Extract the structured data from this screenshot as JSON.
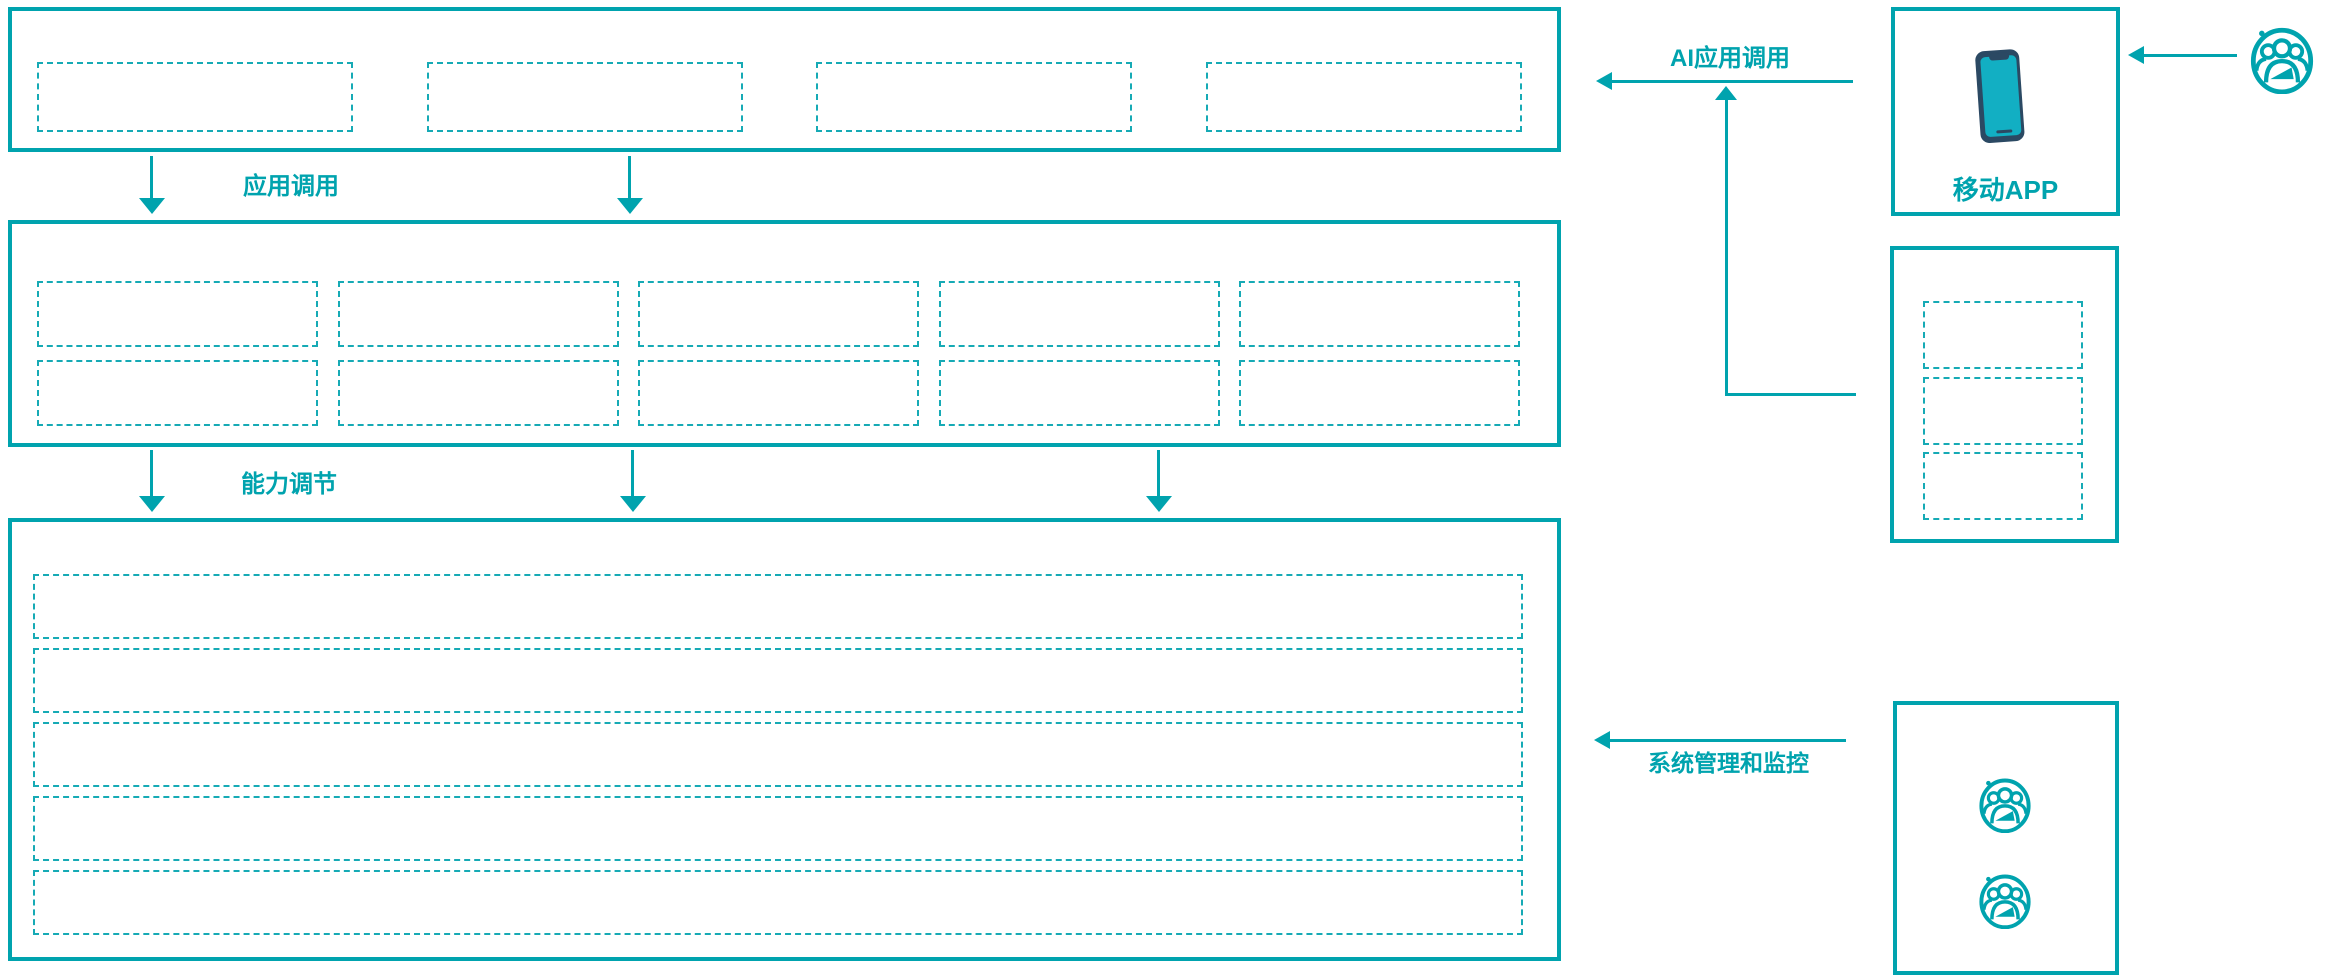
{
  "labels": {
    "app_call": "应用调用",
    "capability_adjust": "能力调节",
    "ai_app_call": "AI应用调用",
    "system_monitor": "系统管理和监控",
    "mobile_app": "移动APP"
  },
  "layers": {
    "top": {
      "placeholder_count": 4
    },
    "middle": {
      "placeholder_count": 10
    },
    "bottom": {
      "placeholder_count": 5
    },
    "right_panel": {
      "placeholder_count": 3
    }
  },
  "icons": {
    "mobile_app": "smartphone-icon",
    "top_right_user": "user-group-icon",
    "admin_user_1": "user-group-icon",
    "admin_user_2": "user-group-icon"
  },
  "colors": {
    "line": "#00A3AE",
    "dashed_border": "#16AAB5",
    "text": "#00A3AE",
    "phone_body": "#2B4963",
    "phone_screen": "#12AFC3",
    "background": "#FFFFFF"
  }
}
